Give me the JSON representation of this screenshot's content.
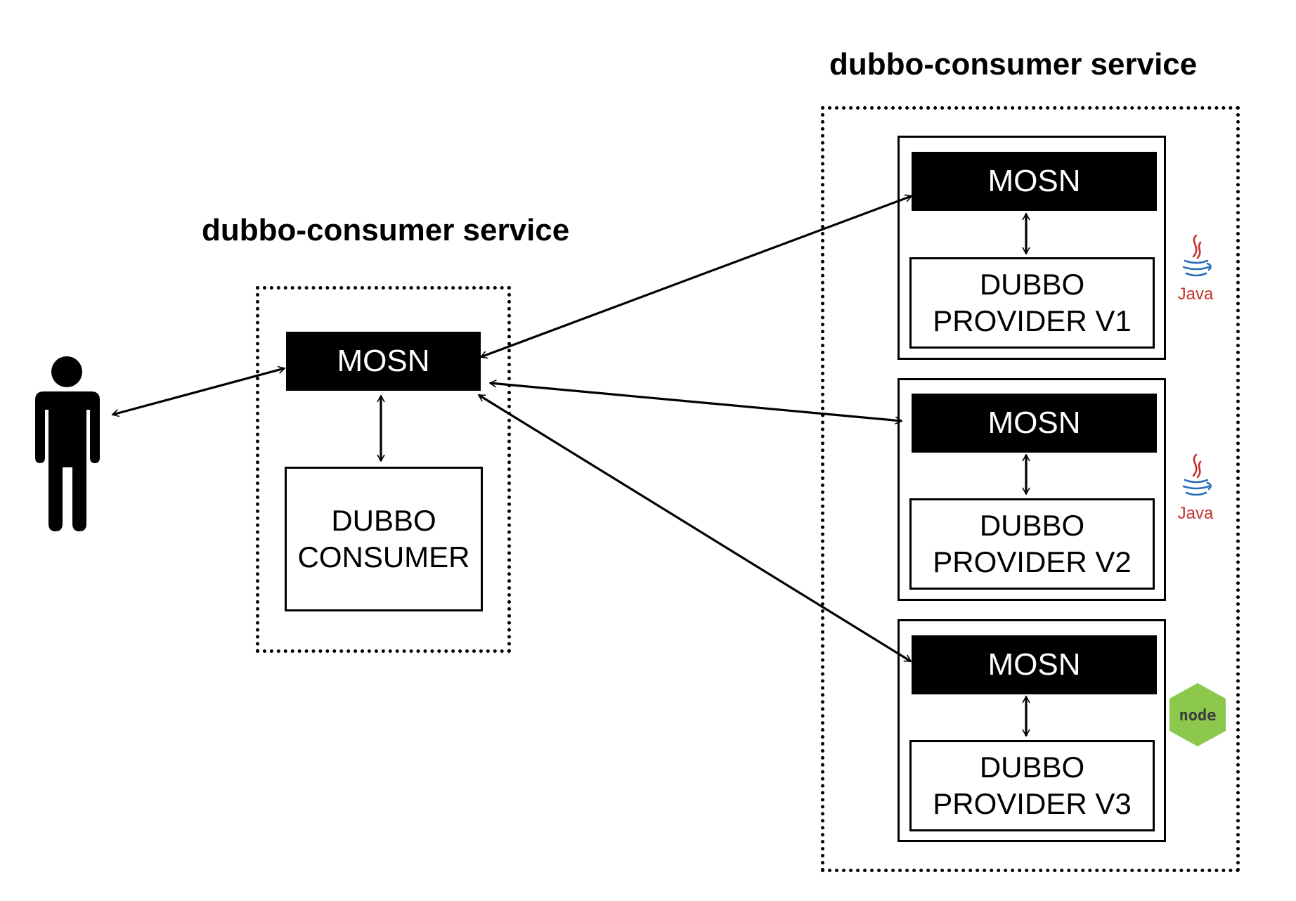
{
  "titles": {
    "left": "dubbo-consumer service",
    "right": "dubbo-consumer service"
  },
  "consumer": {
    "proxy": "MOSN",
    "app_line1": "DUBBO",
    "app_line2": "CONSUMER"
  },
  "providers": [
    {
      "proxy": "MOSN",
      "app_line1": "DUBBO",
      "app_line2": "PROVIDER V1",
      "runtime_icon": "java-icon",
      "runtime_label": "Java"
    },
    {
      "proxy": "MOSN",
      "app_line1": "DUBBO",
      "app_line2": "PROVIDER V2",
      "runtime_icon": "java-icon",
      "runtime_label": "Java"
    },
    {
      "proxy": "MOSN",
      "app_line1": "DUBBO",
      "app_line2": "PROVIDER V3",
      "runtime_icon": "nodejs-icon",
      "runtime_label": "node"
    }
  ],
  "colors": {
    "java_red": "#c2332b",
    "java_blue": "#2a6ebb",
    "node_green": "#8cc84b"
  }
}
